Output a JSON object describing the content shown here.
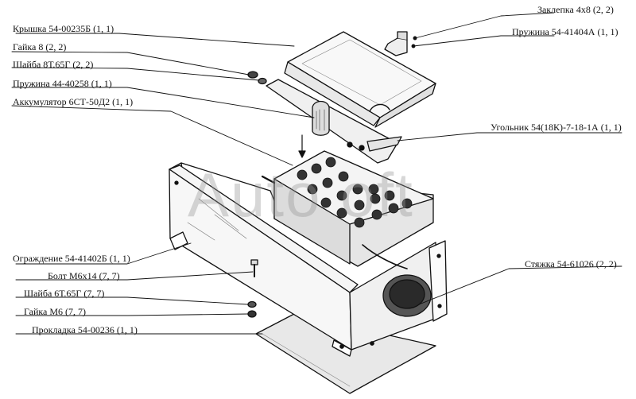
{
  "labels": {
    "zaklepka": "Заклепка 4х8 (2, 2)",
    "pruzhina_41404a": "Пружина 54-41404А (1, 1)",
    "kryshka": "Крышка 54-00235Б (1, 1)",
    "gaika8": "Гайка 8 (2, 2)",
    "shaiba8": "Шайба 8Т.65Г (2, 2)",
    "pruzhina_40258": "Пружина 44-40258 (1, 1)",
    "akkumulyator": "Аккумулятор 6СТ-50Д2 (1, 1)",
    "ugolnik": "Угольник 54(18К)-7-18-1А (1, 1)",
    "ograzhdenie": "Ограждение 54-41402Б (1, 1)",
    "bolt": "Болт М6х14 (7, 7)",
    "shaiba6": "Шайба 6Т.65Г (7, 7)",
    "gaika6": "Гайка М6 (7, 7)",
    "prokladka": "Прокладка 54-00236 (1, 1)",
    "styazhka": "Стяжка 54-61026 (2, 2)"
  },
  "watermark": "Auto oft",
  "colors": {
    "ink": "#111111",
    "watermark": "#969696"
  }
}
